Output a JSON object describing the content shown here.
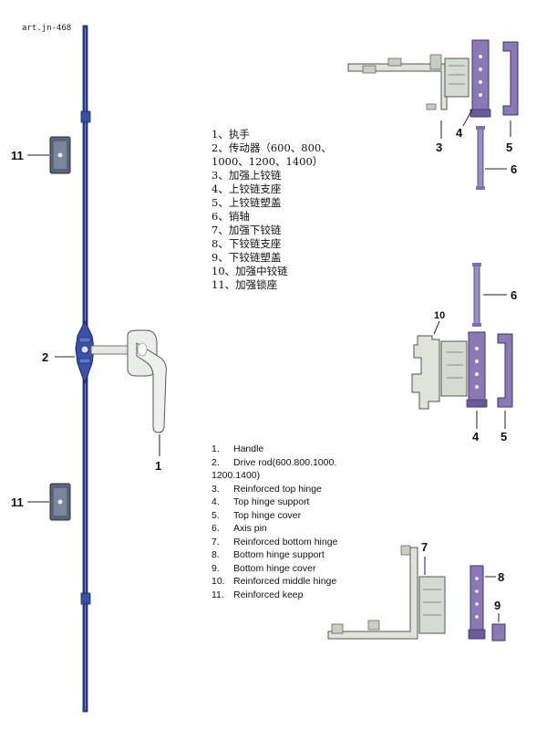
{
  "art_no": "art.jn-468",
  "callouts": {
    "c1": "1",
    "c2": "2",
    "c3": "3",
    "c4a": "4",
    "c5a": "5",
    "c6a": "6",
    "c10": "10",
    "c6b": "6",
    "c4b": "4",
    "c5b": "5",
    "c7": "7",
    "c8": "8",
    "c9": "9",
    "c11a": "11",
    "c11b": "11"
  },
  "legend_cn": [
    {
      "num": "1、",
      "text": "执手"
    },
    {
      "num": "2、",
      "text": "传动器（600、800、"
    },
    {
      "num": "",
      "text": "1000、1200、1400）"
    },
    {
      "num": "3、",
      "text": "加强上铰链"
    },
    {
      "num": "4、",
      "text": "上铰链支座"
    },
    {
      "num": "5、",
      "text": "上铰链塑盖"
    },
    {
      "num": "6、",
      "text": "销轴"
    },
    {
      "num": "7、",
      "text": "加强下铰链"
    },
    {
      "num": "8、",
      "text": "下铰链支座"
    },
    {
      "num": "9、",
      "text": "下铰链塑盖"
    },
    {
      "num": "10、",
      "text": "加强中铰链"
    },
    {
      "num": "11、",
      "text": "加强锁座"
    }
  ],
  "legend_en": [
    {
      "num": "1.",
      "text": "Handle"
    },
    {
      "num": "2.",
      "text": "Drive rod(600.800.1000."
    },
    {
      "num": "",
      "text": "1200.1400)"
    },
    {
      "num": "3.",
      "text": "Reinforced top hinge"
    },
    {
      "num": "4.",
      "text": "Top hinge support"
    },
    {
      "num": "5.",
      "text": "Top hinge cover"
    },
    {
      "num": "6.",
      "text": "Axis pin"
    },
    {
      "num": "7.",
      "text": "Reinforced bottom hinge"
    },
    {
      "num": "8.",
      "text": "Bottom hinge support"
    },
    {
      "num": "9.",
      "text": "Bottom hinge cover"
    },
    {
      "num": "10.",
      "text": "Reinforced middle hinge"
    },
    {
      "num": "11.",
      "text": "Reinforced keep"
    }
  ],
  "colors": {
    "rod": "#2b3f8c",
    "keep": "#5a6478",
    "handle": "#e9ece8",
    "hinge_metal": "#d6dbd2",
    "plastic_purple": "#8a79b5",
    "pin": "#9a8fc6",
    "leader": "#222222"
  }
}
